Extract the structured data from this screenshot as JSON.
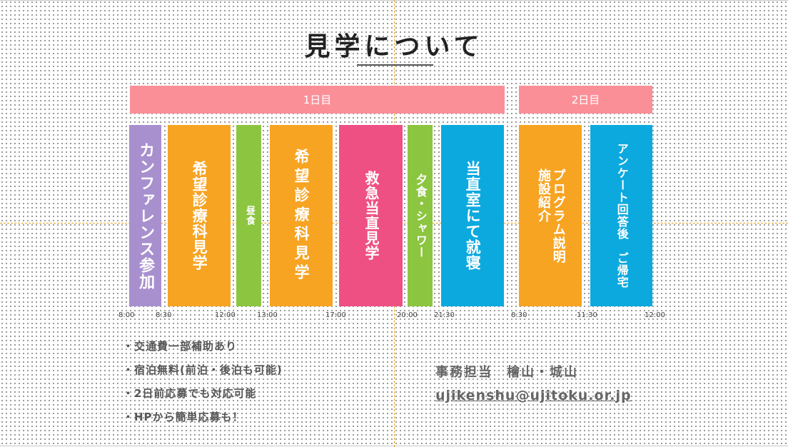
{
  "title": "見学について",
  "days": {
    "day1": "1日目",
    "day2": "2日目"
  },
  "blocks": [
    {
      "label": "カンファレンス参加",
      "color": "#a890cf"
    },
    {
      "label": "希望診療科見学",
      "color": "#f7a423"
    },
    {
      "label": "昼食",
      "color": "#8cc540"
    },
    {
      "label": "希望診療科見学",
      "color": "#f7a423"
    },
    {
      "label": "救急当直見学",
      "color": "#ef5084"
    },
    {
      "label": "夕食・シャワー",
      "color": "#8cc540"
    },
    {
      "label": "当直室にて就寝",
      "color": "#0ca9df"
    },
    {
      "label": "プログラム説明\n施設紹介",
      "color": "#f7a423"
    },
    {
      "label": "アンケート回答後　ご帰宅",
      "color": "#0ca9df"
    }
  ],
  "times": [
    "8:00",
    "8:30",
    "12:00",
    "13:00",
    "17:00",
    "20:00",
    "21:30",
    "8:30",
    "11:30",
    "12:00"
  ],
  "notes": [
    "・交通費一部補助あり",
    "・宿泊無料(前泊・後泊も可能)",
    "・2日前応募でも対応可能",
    "・HPから簡単応募も！"
  ],
  "contact": {
    "office": "事務担当　檜山・城山",
    "email": "ujikenshu@ujitoku.or.jp"
  }
}
